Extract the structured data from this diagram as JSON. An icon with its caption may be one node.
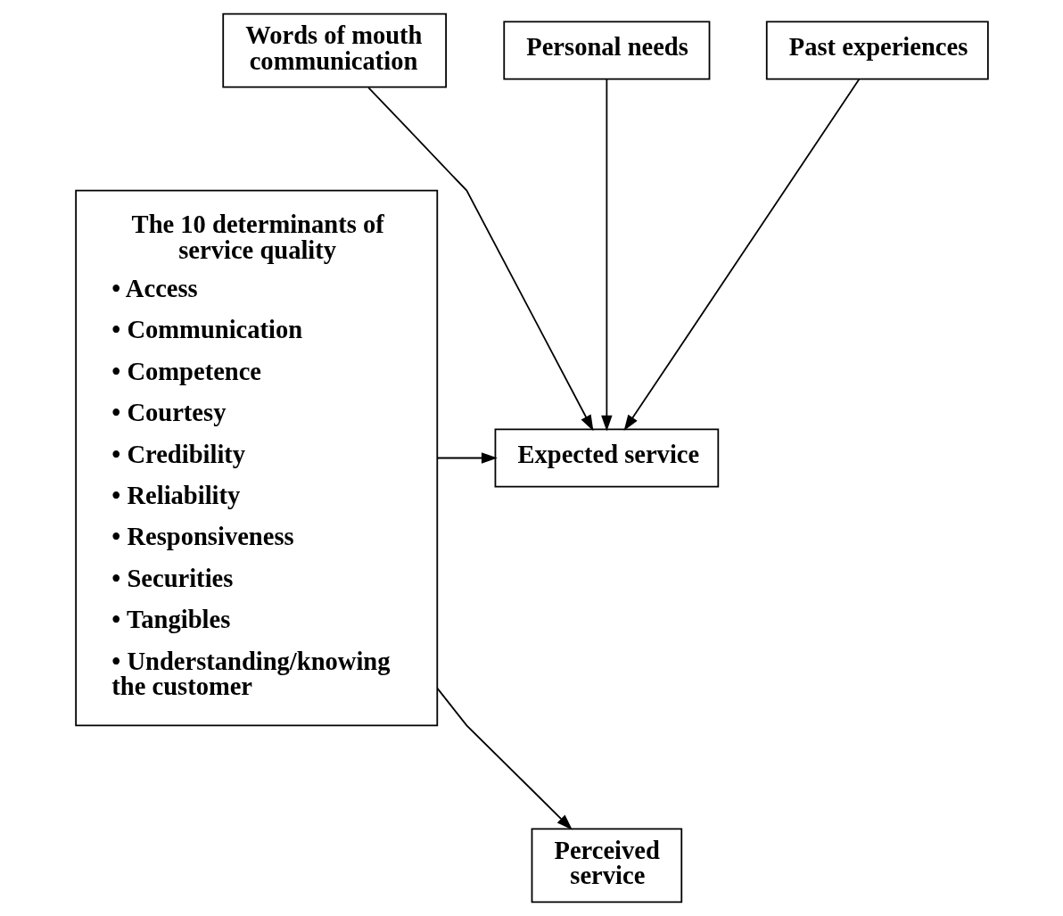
{
  "diagram": {
    "nodes": [
      {
        "text": [
          "Words of mouth communication"
        ]
      },
      {
        "text": [
          "Personal needs"
        ]
      },
      {
        "text": [
          "Past experiences"
        ]
      },
      {
        "text": [
          "The 10 determinants of service quality",
          "• Access",
          "• Communication",
          "• Competence",
          "• Courtesy",
          "• Credibility",
          "• Reliability",
          "• Responsiveness",
          "• Securities",
          "• Tangibles",
          "• Understanding/knowing the customer"
        ]
      },
      {
        "text": [
          "Expected service"
        ]
      },
      {
        "text": [
          "Perceived service"
        ]
      }
    ],
    "edges": [
      {
        "from": 0,
        "to": 4,
        "arrow": "to"
      },
      {
        "from": 1,
        "to": 4,
        "arrow": "to"
      },
      {
        "from": 2,
        "to": 4,
        "arrow": "to"
      },
      {
        "from": 3,
        "to": 4,
        "arrow": "to"
      },
      {
        "from": 3,
        "to": 5,
        "arrow": "to"
      }
    ]
  }
}
